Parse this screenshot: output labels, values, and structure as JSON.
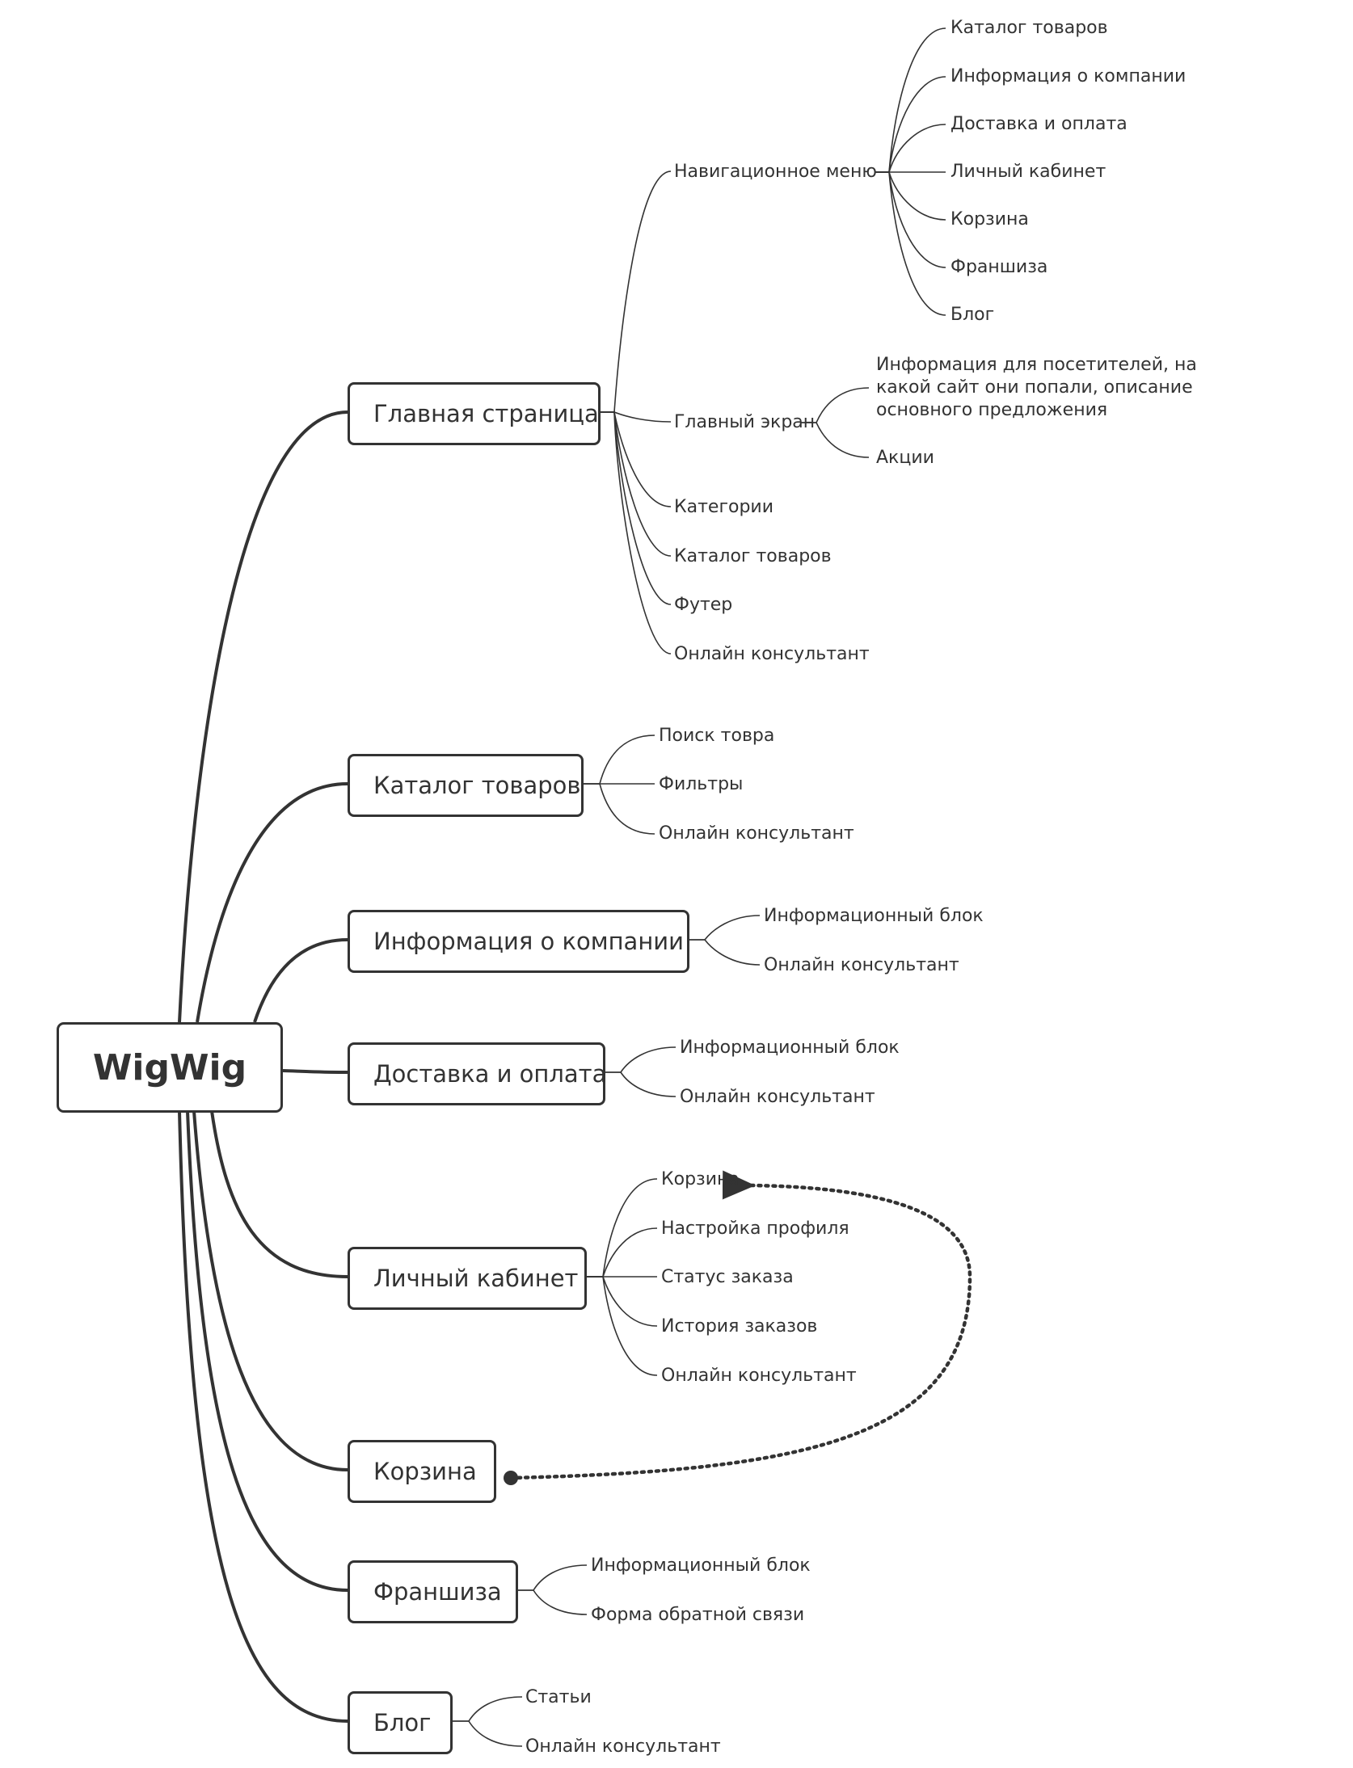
{
  "root": {
    "label": "WigWig"
  },
  "branches": [
    {
      "label": "Главная страница",
      "children": [
        {
          "label": "Навигационное меню",
          "children": [
            "Каталог товаров",
            "Информация о компании",
            "Доставка и оплата",
            "Личный кабинет",
            "Корзина",
            "Франшиза",
            "Блог"
          ]
        },
        {
          "label": "Главный экран",
          "children": [
            "Информация для посетителей, на какой сайт они попали, описание основного предложения",
            "Акции"
          ]
        },
        {
          "label": "Категории"
        },
        {
          "label": "Каталог товаров"
        },
        {
          "label": "Футер"
        },
        {
          "label": "Онлайн консультант"
        }
      ]
    },
    {
      "label": "Каталог товаров",
      "children": [
        "Поиск товра",
        "Фильтры",
        "Онлайн консультант"
      ]
    },
    {
      "label": "Информация о компании",
      "children": [
        "Информационный блок",
        "Онлайн консультант"
      ]
    },
    {
      "label": "Доставка и оплата",
      "children": [
        "Информационный блок",
        "Онлайн консультант"
      ]
    },
    {
      "label": "Личный кабинет",
      "children": [
        "Корзина",
        "Настройка профиля",
        "Статус заказа",
        "История заказов",
        "Онлайн консультант"
      ]
    },
    {
      "label": "Корзина",
      "children": []
    },
    {
      "label": "Франшиза",
      "children": [
        "Информационный блок",
        "Форма обратной связи"
      ]
    },
    {
      "label": "Блог",
      "children": [
        "Статьи",
        "Онлайн консультант"
      ]
    }
  ],
  "relationship": {
    "from": "Корзина",
    "to": "Личный кабинет / Корзина",
    "style": "dotted-arrow"
  },
  "colors": {
    "line": "#333333",
    "text": "#333333",
    "background": "#ffffff"
  }
}
